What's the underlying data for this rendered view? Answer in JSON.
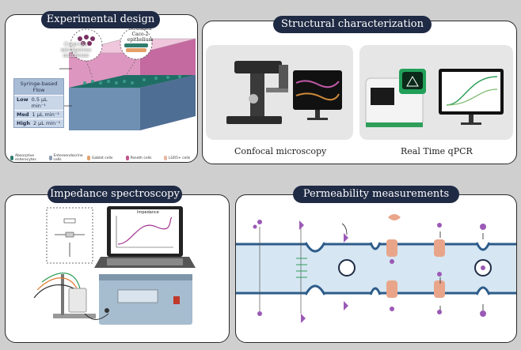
{
  "panels": {
    "experimental": {
      "title": "Experimental design",
      "callout_left": "Crypt-like microporous membrane",
      "callout_right": "Stratified Caco-2 epithelium",
      "flow": {
        "header": "Syringe-based Flow",
        "rows": [
          {
            "level": "Low",
            "value": "0.5 μL min⁻¹"
          },
          {
            "level": "Med",
            "value": "1 μL min⁻¹"
          },
          {
            "level": "High",
            "value": "2 μL min⁻¹"
          }
        ]
      },
      "legend": [
        {
          "label": "Absorptive enterocytes",
          "color": "#2f7d6e"
        },
        {
          "label": "Enteroendocrine cells",
          "color": "#8a9bb0"
        },
        {
          "label": "Goblet cells",
          "color": "#e4a06a"
        },
        {
          "label": "Paneth cells",
          "color": "#c0558a"
        },
        {
          "label": "LGR5+ cells",
          "color": "#e8b7a0"
        }
      ]
    },
    "structural": {
      "title": "Structural characterization",
      "left_caption": "Confocal microscopy",
      "right_caption": "Real Time qPCR"
    },
    "impedance": {
      "title": "Impedance spectroscopy",
      "screen_title": "Impedance"
    },
    "permeability": {
      "title": "Permeability measurements"
    }
  },
  "colors": {
    "pill": "#1f2a44",
    "channel": "#d6e6f2",
    "channel_edge": "#2d5c8a",
    "solute": "#9b59b6"
  }
}
